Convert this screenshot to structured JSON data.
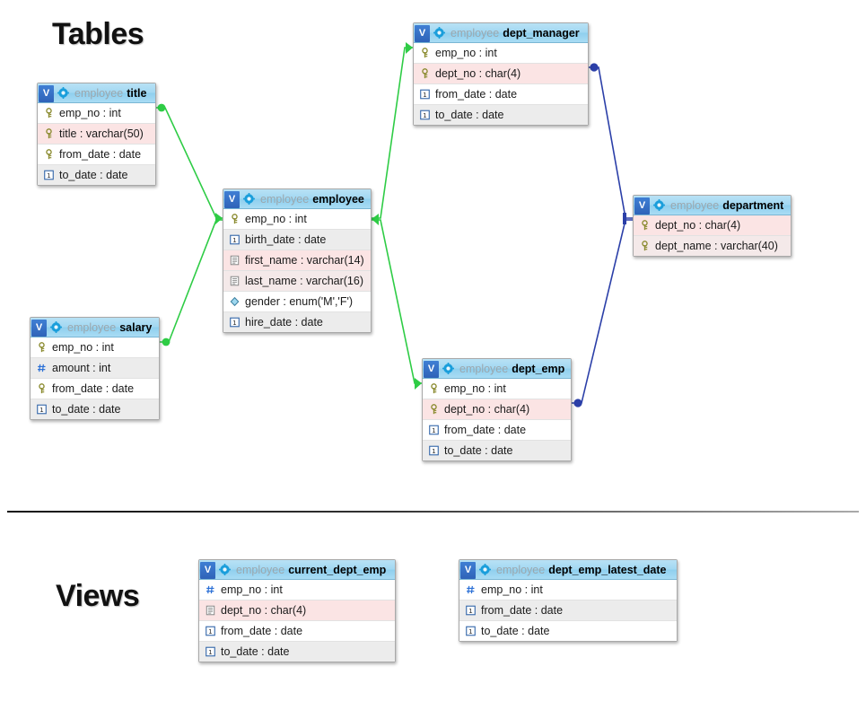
{
  "page": {
    "sections": [
      {
        "id": "tables",
        "heading": "Tables"
      },
      {
        "id": "views",
        "heading": "Views"
      }
    ],
    "colors": {
      "header_blue": "#a3d8f2",
      "badge_blue": "#2f63b8",
      "gear_cyan": "#1a9edb",
      "row_white": "#ffffff",
      "row_gray": "#ececec",
      "row_pink": "#fbe4e4",
      "link_green": "#2ecc45",
      "link_blue": "#2b3fa8",
      "border_gray": "#a8a8a8",
      "schema_text": "#9ba7ad"
    }
  },
  "entities": {
    "title": {
      "badge": "V",
      "schema": "employee",
      "name": "title",
      "columns": [
        {
          "icon": "key-icon",
          "label": "emp_no : int",
          "shade": "white"
        },
        {
          "icon": "key-icon",
          "label": "title : varchar(50)",
          "shade": "pink"
        },
        {
          "icon": "key-icon",
          "label": "from_date : date",
          "shade": "white"
        },
        {
          "icon": "date-icon",
          "label": "to_date : date",
          "shade": "gray"
        }
      ]
    },
    "salary": {
      "badge": "V",
      "schema": "employee",
      "name": "salary",
      "columns": [
        {
          "icon": "key-icon",
          "label": "emp_no : int",
          "shade": "white"
        },
        {
          "icon": "number-icon",
          "label": "amount : int",
          "shade": "gray"
        },
        {
          "icon": "key-icon",
          "label": "from_date : date",
          "shade": "white"
        },
        {
          "icon": "date-icon",
          "label": "to_date : date",
          "shade": "gray"
        }
      ]
    },
    "employee": {
      "badge": "V",
      "schema": "employee",
      "name": "employee",
      "columns": [
        {
          "icon": "key-icon",
          "label": "emp_no : int",
          "shade": "white"
        },
        {
          "icon": "date-icon",
          "label": "birth_date : date",
          "shade": "gray"
        },
        {
          "icon": "text-icon",
          "label": "first_name : varchar(14)",
          "shade": "pink"
        },
        {
          "icon": "text-icon",
          "label": "last_name : varchar(16)",
          "shade": "pink2"
        },
        {
          "icon": "enum-icon",
          "label": "gender : enum('M','F')",
          "shade": "white"
        },
        {
          "icon": "date-icon",
          "label": "hire_date : date",
          "shade": "gray"
        }
      ]
    },
    "dept_manager": {
      "badge": "V",
      "schema": "employee",
      "name": "dept_manager",
      "columns": [
        {
          "icon": "key-icon",
          "label": "emp_no : int",
          "shade": "white"
        },
        {
          "icon": "key-icon",
          "label": "dept_no : char(4)",
          "shade": "pink"
        },
        {
          "icon": "date-icon",
          "label": "from_date : date",
          "shade": "white"
        },
        {
          "icon": "date-icon",
          "label": "to_date : date",
          "shade": "gray"
        }
      ]
    },
    "dept_emp": {
      "badge": "V",
      "schema": "employee",
      "name": "dept_emp",
      "columns": [
        {
          "icon": "key-icon",
          "label": "emp_no : int",
          "shade": "white"
        },
        {
          "icon": "key-icon",
          "label": "dept_no : char(4)",
          "shade": "pink"
        },
        {
          "icon": "date-icon",
          "label": "from_date : date",
          "shade": "white"
        },
        {
          "icon": "date-icon",
          "label": "to_date : date",
          "shade": "gray"
        }
      ]
    },
    "department": {
      "badge": "V",
      "schema": "employee",
      "name": "department",
      "columns": [
        {
          "icon": "key-icon",
          "label": "dept_no : char(4)",
          "shade": "pink"
        },
        {
          "icon": "key-icon",
          "label": "dept_name : varchar(40)",
          "shade": "pink2"
        }
      ]
    },
    "current_dept_emp": {
      "badge": "V",
      "schema": "employee",
      "name": "current_dept_emp",
      "columns": [
        {
          "icon": "number-icon",
          "label": "emp_no : int",
          "shade": "white"
        },
        {
          "icon": "text-icon",
          "label": "dept_no : char(4)",
          "shade": "pink"
        },
        {
          "icon": "date-icon",
          "label": "from_date : date",
          "shade": "white"
        },
        {
          "icon": "date-icon",
          "label": "to_date : date",
          "shade": "gray"
        }
      ]
    },
    "dept_emp_latest_date": {
      "badge": "V",
      "schema": "employee",
      "name": "dept_emp_latest_date",
      "columns": [
        {
          "icon": "number-icon",
          "label": "emp_no : int",
          "shade": "white"
        },
        {
          "icon": "date-icon",
          "label": "from_date : date",
          "shade": "gray"
        },
        {
          "icon": "date-icon",
          "label": "to_date : date",
          "shade": "white"
        }
      ]
    }
  },
  "relationships": [
    {
      "name": "title-to-employee",
      "from": "title.emp_no",
      "to": "employee.emp_no",
      "color": "green"
    },
    {
      "name": "salary-to-employee",
      "from": "salary.emp_no",
      "to": "employee.emp_no",
      "color": "green"
    },
    {
      "name": "employee-to-dept-manager",
      "from": "employee.emp_no",
      "to": "dept_manager.emp_no",
      "color": "green"
    },
    {
      "name": "employee-to-dept-emp",
      "from": "employee.emp_no",
      "to": "dept_emp.emp_no",
      "color": "green"
    },
    {
      "name": "dept-manager-to-department",
      "from": "dept_manager.dept_no",
      "to": "department.dept_no",
      "color": "blue"
    },
    {
      "name": "dept-emp-to-department",
      "from": "dept_emp.dept_no",
      "to": "department.dept_no",
      "color": "blue"
    }
  ]
}
